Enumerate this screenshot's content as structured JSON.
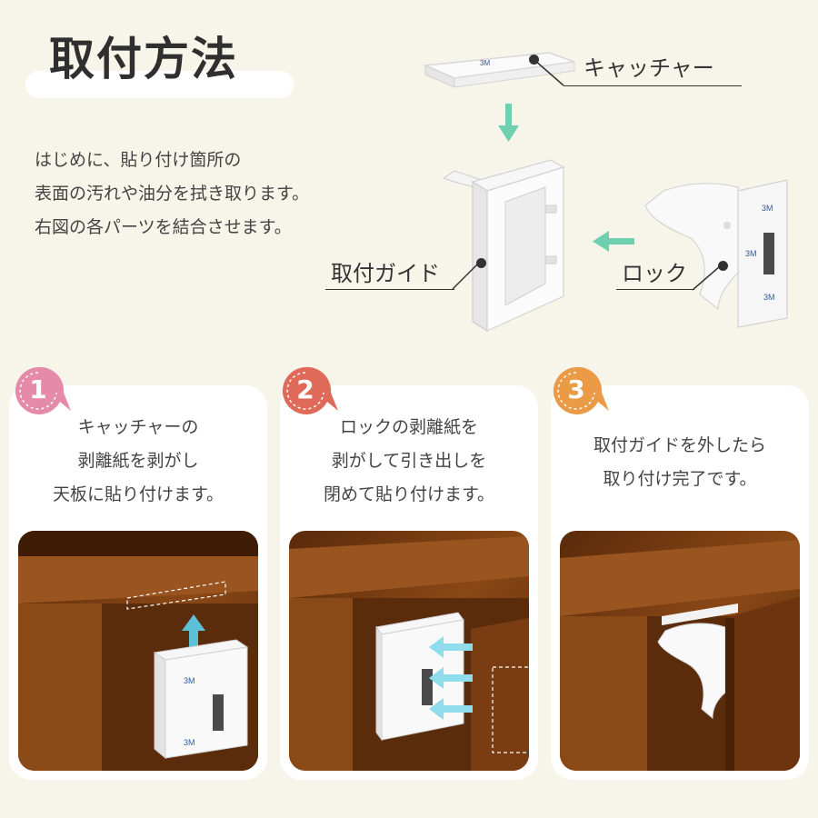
{
  "header": {
    "title": "取付方法"
  },
  "intro": {
    "lines": [
      "はじめに、貼り付け箇所の",
      "表面の汚れや油分を拭き取ります。",
      "右図の各パーツを結合させます。"
    ]
  },
  "parts": {
    "catcher_label": "キャッチャー",
    "guide_label": "取付ガイド",
    "lock_label": "ロック"
  },
  "steps": [
    {
      "number": "1",
      "color": "#e58aa8",
      "lines": [
        "キャッチャーの",
        "剥離紙を剥がし",
        "天板に貼り付けます。"
      ]
    },
    {
      "number": "2",
      "color": "#e06a5a",
      "lines": [
        "ロックの剥離紙を",
        "剥がして引き出しを",
        "閉めて貼り付けます。"
      ]
    },
    {
      "number": "3",
      "color": "#eb9a45",
      "lines": [
        "取付ガイドを外したら",
        "取り付け完了です。"
      ]
    }
  ],
  "colors": {
    "arrow": "#6fd0b0",
    "lift_arrow": "#5cc0d6",
    "push_arrow": "#8fdcea",
    "wood": "#7a3d12"
  },
  "icons": {
    "down_arrow": "arrow-down-icon",
    "left_arrow": "arrow-left-icon"
  },
  "brand": {
    "tape_mark": "3M"
  }
}
